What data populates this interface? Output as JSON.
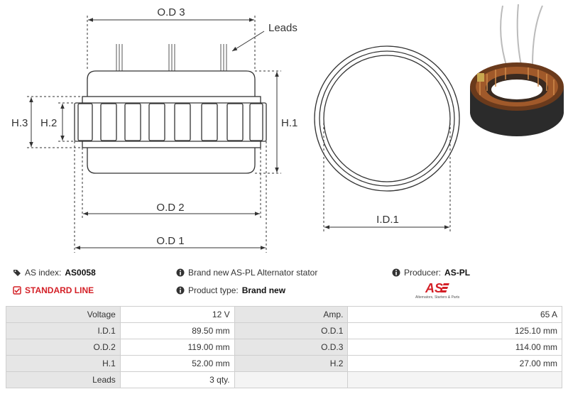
{
  "drawing": {
    "labels": {
      "od3": "O.D 3",
      "leads": "Leads",
      "h1": "H.1",
      "h2": "H.2",
      "h3": "H.3",
      "od2": "O.D 2",
      "od1": "O.D 1",
      "id1": "I.D.1"
    }
  },
  "info": {
    "as_index_label": "AS index:",
    "as_index_value": "AS0058",
    "standard_line": "STANDARD LINE",
    "description": "Brand new AS-PL Alternator stator",
    "product_type_label": "Product type:",
    "product_type_value": "Brand new",
    "producer_label": "Producer:",
    "producer_value": "AS-PL",
    "logo_text": "AS",
    "logo_subtitle": "Alternators, Starters & Parts"
  },
  "specs": {
    "rows": [
      {
        "l1": "Voltage",
        "v1": "12 V",
        "l2": "Amp.",
        "v2": "65 A"
      },
      {
        "l1": "I.D.1",
        "v1": "89.50 mm",
        "l2": "O.D.1",
        "v2": "125.10 mm"
      },
      {
        "l1": "O.D.2",
        "v1": "119.00 mm",
        "l2": "O.D.3",
        "v2": "114.00 mm"
      },
      {
        "l1": "H.1",
        "v1": "52.00 mm",
        "l2": "H.2",
        "v2": "27.00 mm"
      },
      {
        "l1": "Leads",
        "v1": "3 qty.",
        "l2": "",
        "v2": ""
      }
    ]
  },
  "colors": {
    "accent_red": "#d42027",
    "label_cell_bg": "#e6e6e6"
  }
}
